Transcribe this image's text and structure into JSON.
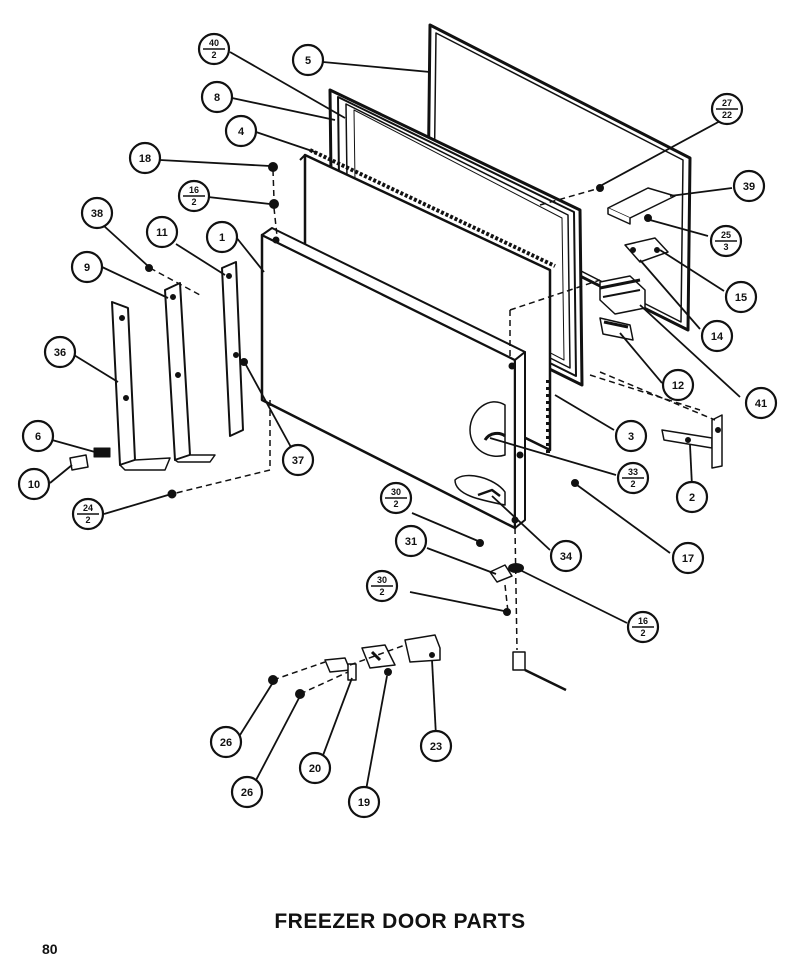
{
  "title": "FREEZER DOOR PARTS",
  "page_number": "80",
  "callouts": [
    {
      "id": "c5",
      "top": "5"
    },
    {
      "id": "c40",
      "top": "40",
      "bottom": "2"
    },
    {
      "id": "c8",
      "top": "8"
    },
    {
      "id": "c4",
      "top": "4"
    },
    {
      "id": "c18",
      "top": "18"
    },
    {
      "id": "c16a",
      "top": "16",
      "bottom": "2"
    },
    {
      "id": "c38",
      "top": "38"
    },
    {
      "id": "c11",
      "top": "11"
    },
    {
      "id": "c1",
      "top": "1"
    },
    {
      "id": "c9",
      "top": "9"
    },
    {
      "id": "c36",
      "top": "36"
    },
    {
      "id": "c6",
      "top": "6"
    },
    {
      "id": "c10",
      "top": "10"
    },
    {
      "id": "c24",
      "top": "24",
      "bottom": "2"
    },
    {
      "id": "c37",
      "top": "37"
    },
    {
      "id": "c27",
      "top": "27",
      "bottom": "22"
    },
    {
      "id": "c39",
      "top": "39"
    },
    {
      "id": "c25",
      "top": "25",
      "bottom": "3"
    },
    {
      "id": "c15",
      "top": "15"
    },
    {
      "id": "c14",
      "top": "14"
    },
    {
      "id": "c12",
      "top": "12"
    },
    {
      "id": "c41",
      "top": "41"
    },
    {
      "id": "c3",
      "top": "3"
    },
    {
      "id": "c33",
      "top": "33",
      "bottom": "2"
    },
    {
      "id": "c2",
      "top": "2"
    },
    {
      "id": "c17",
      "top": "17"
    },
    {
      "id": "c30a",
      "top": "30",
      "bottom": "2"
    },
    {
      "id": "c34",
      "top": "34"
    },
    {
      "id": "c31",
      "top": "31"
    },
    {
      "id": "c30b",
      "top": "30",
      "bottom": "2"
    },
    {
      "id": "c16b",
      "top": "16",
      "bottom": "2"
    },
    {
      "id": "c26a",
      "top": "26"
    },
    {
      "id": "c23",
      "top": "23"
    },
    {
      "id": "c20",
      "top": "20"
    },
    {
      "id": "c26b",
      "top": "26"
    },
    {
      "id": "c19",
      "top": "19"
    }
  ]
}
